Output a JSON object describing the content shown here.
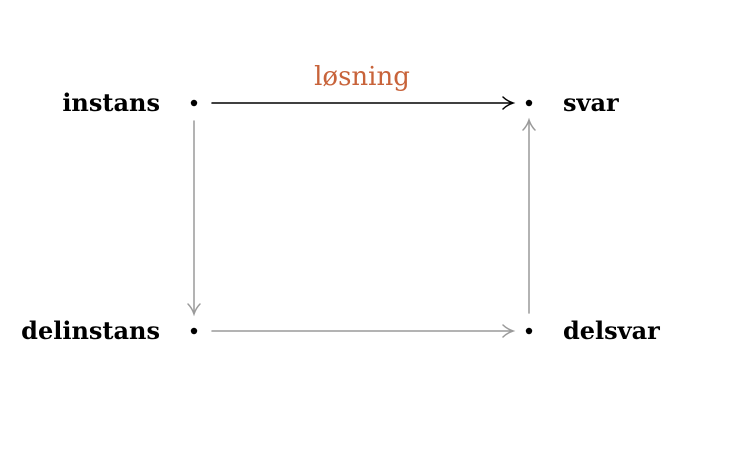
{
  "nodes": {
    "instans": "instans",
    "svar": "svar",
    "delinstans": "delinstans",
    "delsvar": "delsvar"
  },
  "edges": {
    "top_label": "løsning"
  },
  "colors": {
    "text": "#000000",
    "highlight": "#c8633a",
    "gray_arrow": "#9a9a9a",
    "black_arrow": "#000000"
  }
}
